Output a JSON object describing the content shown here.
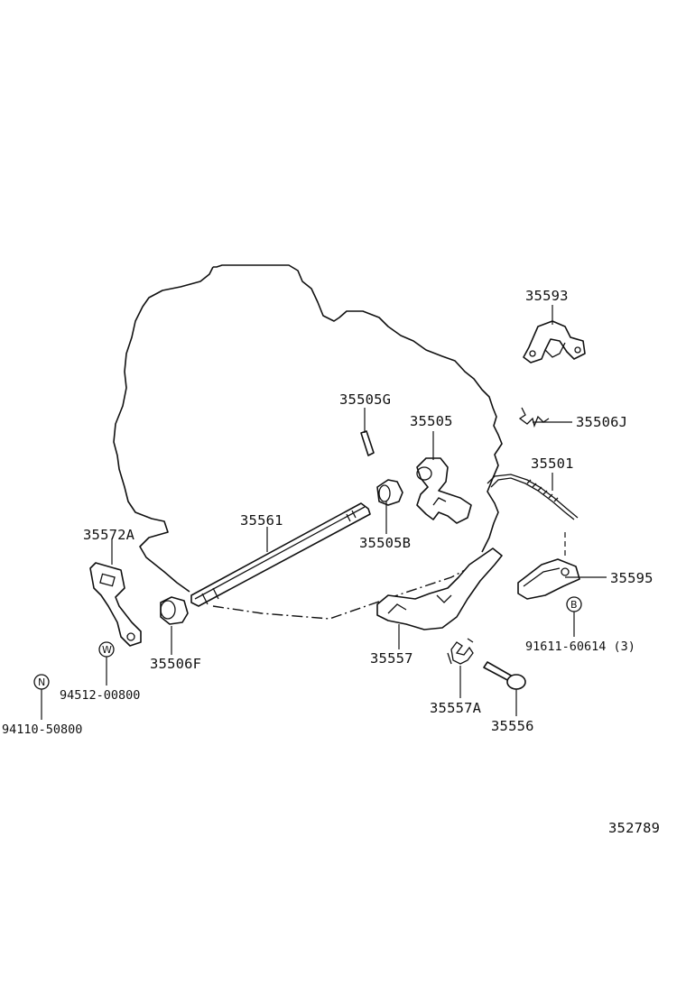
{
  "parts": [
    {
      "id": "p35593",
      "label": "35593"
    },
    {
      "id": "p35505G",
      "label": "35505G"
    },
    {
      "id": "p35505",
      "label": "35505"
    },
    {
      "id": "p35506J",
      "label": "35506J"
    },
    {
      "id": "p35501",
      "label": "35501"
    },
    {
      "id": "p35561",
      "label": "35561"
    },
    {
      "id": "p35505B",
      "label": "35505B"
    },
    {
      "id": "p35572A",
      "label": "35572A"
    },
    {
      "id": "p35595",
      "label": "35595"
    },
    {
      "id": "p35557",
      "label": "35557"
    },
    {
      "id": "p35506F",
      "label": "35506F"
    },
    {
      "id": "p35557A",
      "label": "35557A"
    },
    {
      "id": "p35556",
      "label": "35556"
    }
  ],
  "fasteners": [
    {
      "id": "f91611",
      "marker": "B",
      "label": "91611-60614 (3)"
    },
    {
      "id": "f94512",
      "marker": "W",
      "label": "94512-00800"
    },
    {
      "id": "f94110",
      "marker": "N",
      "label": "94110-50800"
    }
  ],
  "illustration_number": "352789"
}
